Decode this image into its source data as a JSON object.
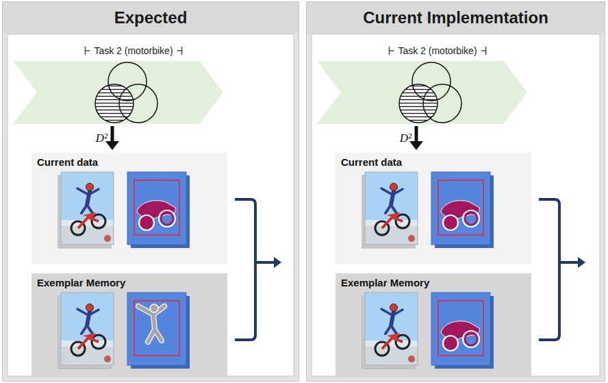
{
  "diagram": {
    "nodes": [
      {
        "text": [
          "Expected"
        ]
      },
      {
        "text": [
          "Current data"
        ],
        "in": 0
      },
      {
        "text": [
          "Exemplar Memory"
        ],
        "in": 0
      },
      {
        "text": [
          "Current Implementation"
        ]
      },
      {
        "text": [
          "Current data"
        ],
        "in": 3
      },
      {
        "text": [
          "Exemplar Memory"
        ],
        "in": 3
      }
    ],
    "labels": [
      "Task 2 (motorbike)",
      "D²",
      "Task 2 (motorbike)",
      "D²"
    ]
  }
}
